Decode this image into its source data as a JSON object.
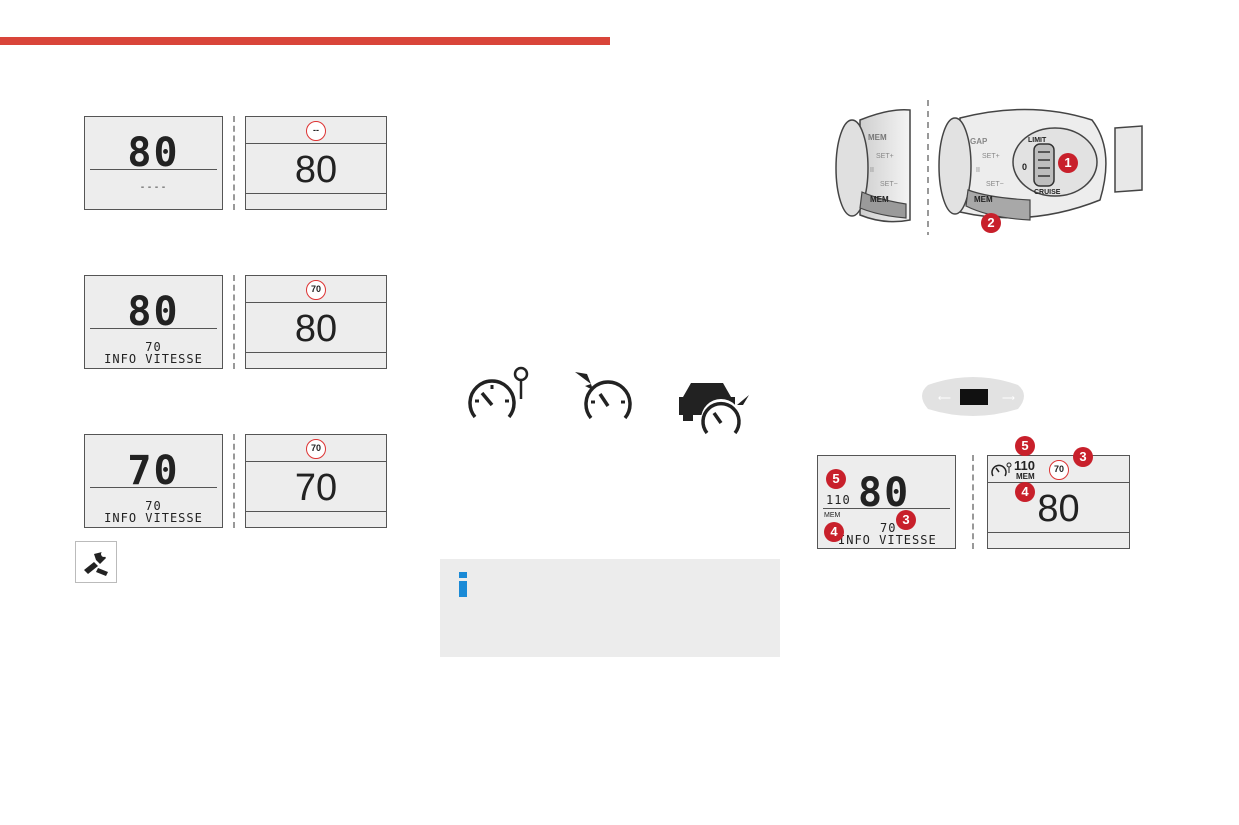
{
  "colors": {
    "accent_red": "#d9453a",
    "badge_red": "#c8202b",
    "info_blue": "#1a8ad6"
  },
  "displays": {
    "row1": {
      "left_big": "80",
      "left_small": "----",
      "right_sign": "--",
      "right_big": "80"
    },
    "row2": {
      "left_big": "80",
      "left_small_value": "70",
      "left_small_label": "INFO VITESSE",
      "right_sign": "70",
      "right_big": "80"
    },
    "row3": {
      "left_big": "70",
      "left_small_value": "70",
      "left_small_label": "INFO VITESSE",
      "right_sign": "70",
      "right_big": "70"
    }
  },
  "stalk": {
    "ring_labels": {
      "mem_top": "MEM",
      "gap": "GAP",
      "set_plus_left": "SET+",
      "set_minus_left": "SET−",
      "set_plus_right": "SET+",
      "set_minus_right": "SET−",
      "mem_bottom_left": "MEM",
      "mem_bottom_right": "MEM",
      "limit": "LIMIT",
      "zero": "0",
      "cruise": "CRUISE",
      "pause_left": "II",
      "pause_right": "II"
    },
    "badges": {
      "one": "1",
      "two": "2"
    }
  },
  "icons": [
    "speed-limiter-icon",
    "cruise-control-icon",
    "adaptive-cruise-control-icon"
  ],
  "cluster": {
    "left": {
      "badge5": "5",
      "small_value": "110",
      "big": "80",
      "mem_symbols": "MEM",
      "badge4": "4",
      "badge3": "3",
      "small_value_right": "70",
      "label": "INFO VITESSE"
    },
    "right": {
      "badge5": "5",
      "value": "110",
      "mem": "MEM",
      "sign": "70",
      "badge3": "3",
      "badge4": "4",
      "big": "80"
    }
  },
  "info": {
    "icon": "info-icon"
  },
  "tool": {
    "icon": "spanner-hand-icon"
  }
}
